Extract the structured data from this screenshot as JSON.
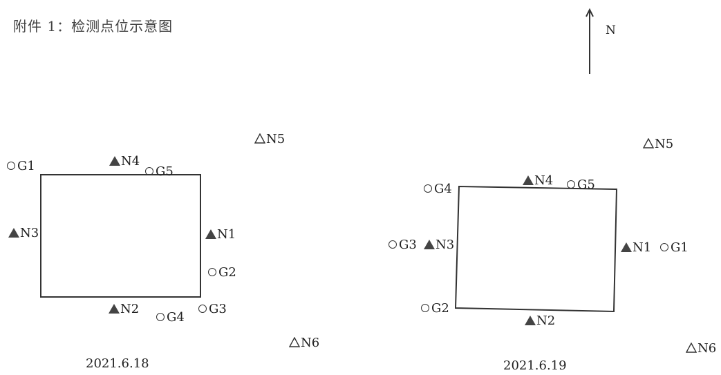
{
  "title": "附件 1：检测点位示意图",
  "compass": {
    "label": "N"
  },
  "left_panel": {
    "date": "2021.6.18",
    "points": {
      "G1": "G1",
      "G2": "G2",
      "G3": "G3",
      "G4": "G4",
      "G5": "G5",
      "N1": "N1",
      "N2": "N2",
      "N3": "N3",
      "N4": "N4",
      "N5": "N5",
      "N6": "N6"
    }
  },
  "right_panel": {
    "date": "2021.6.19",
    "points": {
      "G1": "G1",
      "G2": "G2",
      "G3": "G3",
      "G4": "G4",
      "G5": "G5",
      "N1": "N1",
      "N2": "N2",
      "N3": "N3",
      "N4": "N4",
      "N5": "N5",
      "N6": "N6"
    }
  },
  "legend_symbols": {
    "circle": "open circle (G points)",
    "filled_triangle": "filled triangle (N1–N4)",
    "open_triangle": "open triangle (N5–N6)"
  }
}
